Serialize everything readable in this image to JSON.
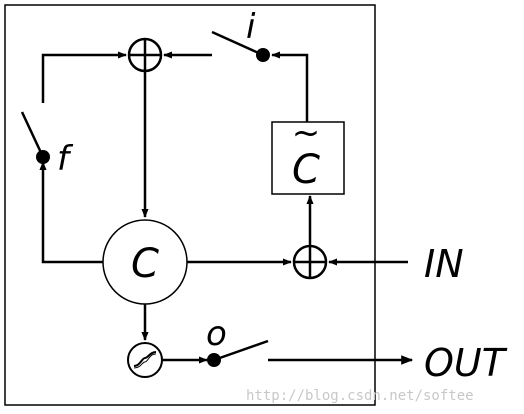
{
  "diagram": {
    "nodes": {
      "cell": "C",
      "candidate": "C",
      "candidate_mark": "~"
    },
    "gates": {
      "forget": "f",
      "input": "i",
      "output": "o"
    },
    "io": {
      "input": "IN",
      "output": "OUT"
    }
  },
  "watermark": "http://blog.csdn.net/softee"
}
